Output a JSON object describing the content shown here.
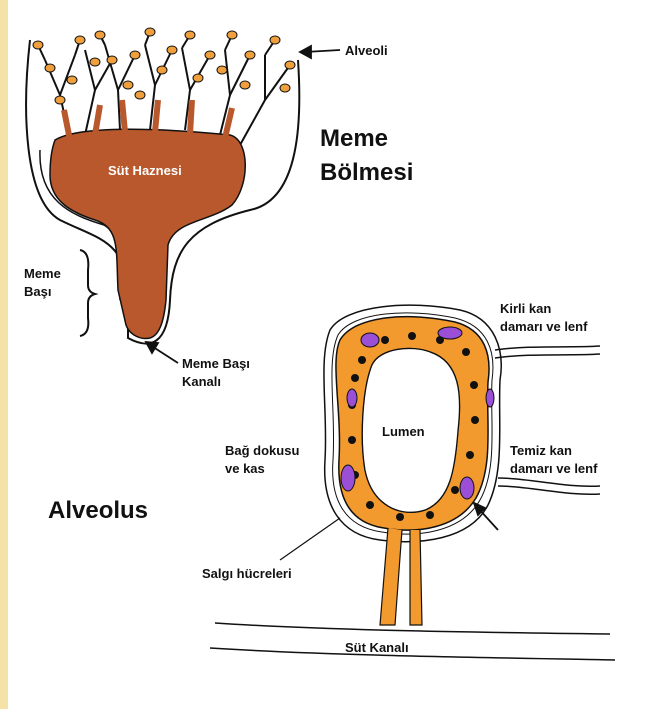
{
  "labels": {
    "alveoli": "Alveoli",
    "meme_bolmesi_line1": "Meme",
    "meme_bolmesi_line2": "Bölmesi",
    "sut_haznesi": "Süt Haznesi",
    "meme_basi_line1": "Meme",
    "meme_basi_line2": "Başı",
    "meme_basi_kanali_line1": "Meme Başı",
    "meme_basi_kanali_line2": "Kanalı",
    "kirli_kan_line1": "Kirli kan",
    "kirli_kan_line2": "damarı ve lenf",
    "lumen": "Lumen",
    "bag_dokusu_line1": "Bağ dokusu",
    "bag_dokusu_line2": "ve kas",
    "temiz_kan_line1": "Temiz kan",
    "temiz_kan_line2": "damarı ve lenf",
    "alveolus": "Alveolus",
    "salgi_hucreleri": "Salgı hücreleri",
    "sut_kanali": "Süt Kanalı"
  },
  "colors": {
    "gland_brown": "#b8582c",
    "alveolus_orange": "#f39a2e",
    "cell_purple": "#9a4fd6",
    "outline": "#111111"
  }
}
